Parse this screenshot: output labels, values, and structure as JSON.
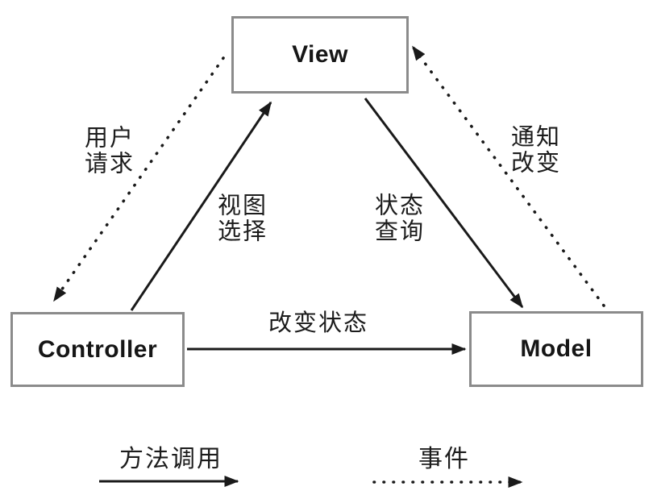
{
  "nodes": {
    "view": {
      "label": "View"
    },
    "controller": {
      "label": "Controller"
    },
    "model": {
      "label": "Model"
    }
  },
  "edges": {
    "user_request": {
      "label": "用户\n请求",
      "from": "view",
      "to": "controller",
      "style": "dotted"
    },
    "view_select": {
      "label": "视图\n选择",
      "from": "controller",
      "to": "view",
      "style": "solid"
    },
    "state_query": {
      "label": "状态\n查询",
      "from": "view",
      "to": "model",
      "style": "solid"
    },
    "notify_change": {
      "label": "通知\n改变",
      "from": "model",
      "to": "view",
      "style": "dotted"
    },
    "change_state": {
      "label": "改变状态",
      "from": "controller",
      "to": "model",
      "style": "solid"
    }
  },
  "legend": {
    "method_call": {
      "label": "方法调用",
      "style": "solid"
    },
    "event": {
      "label": "事件",
      "style": "dotted"
    }
  },
  "colors": {
    "background": "#ffffff",
    "line": "#1a1a1a",
    "box_border": "#8b8b8b",
    "text": "#1c1c1c"
  }
}
